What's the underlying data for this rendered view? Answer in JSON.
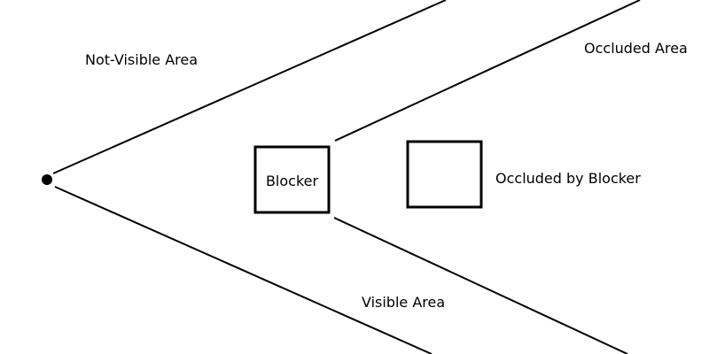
{
  "labels": {
    "not_visible_area": "Not-Visible Area",
    "occluded_area": "Occluded Area",
    "blocker": "Blocker",
    "occluded_by_blocker": "Occluded by Blocker",
    "visible_area": "Visible Area"
  },
  "colors": {
    "stroke": "#000000",
    "background": "#ffffff"
  }
}
